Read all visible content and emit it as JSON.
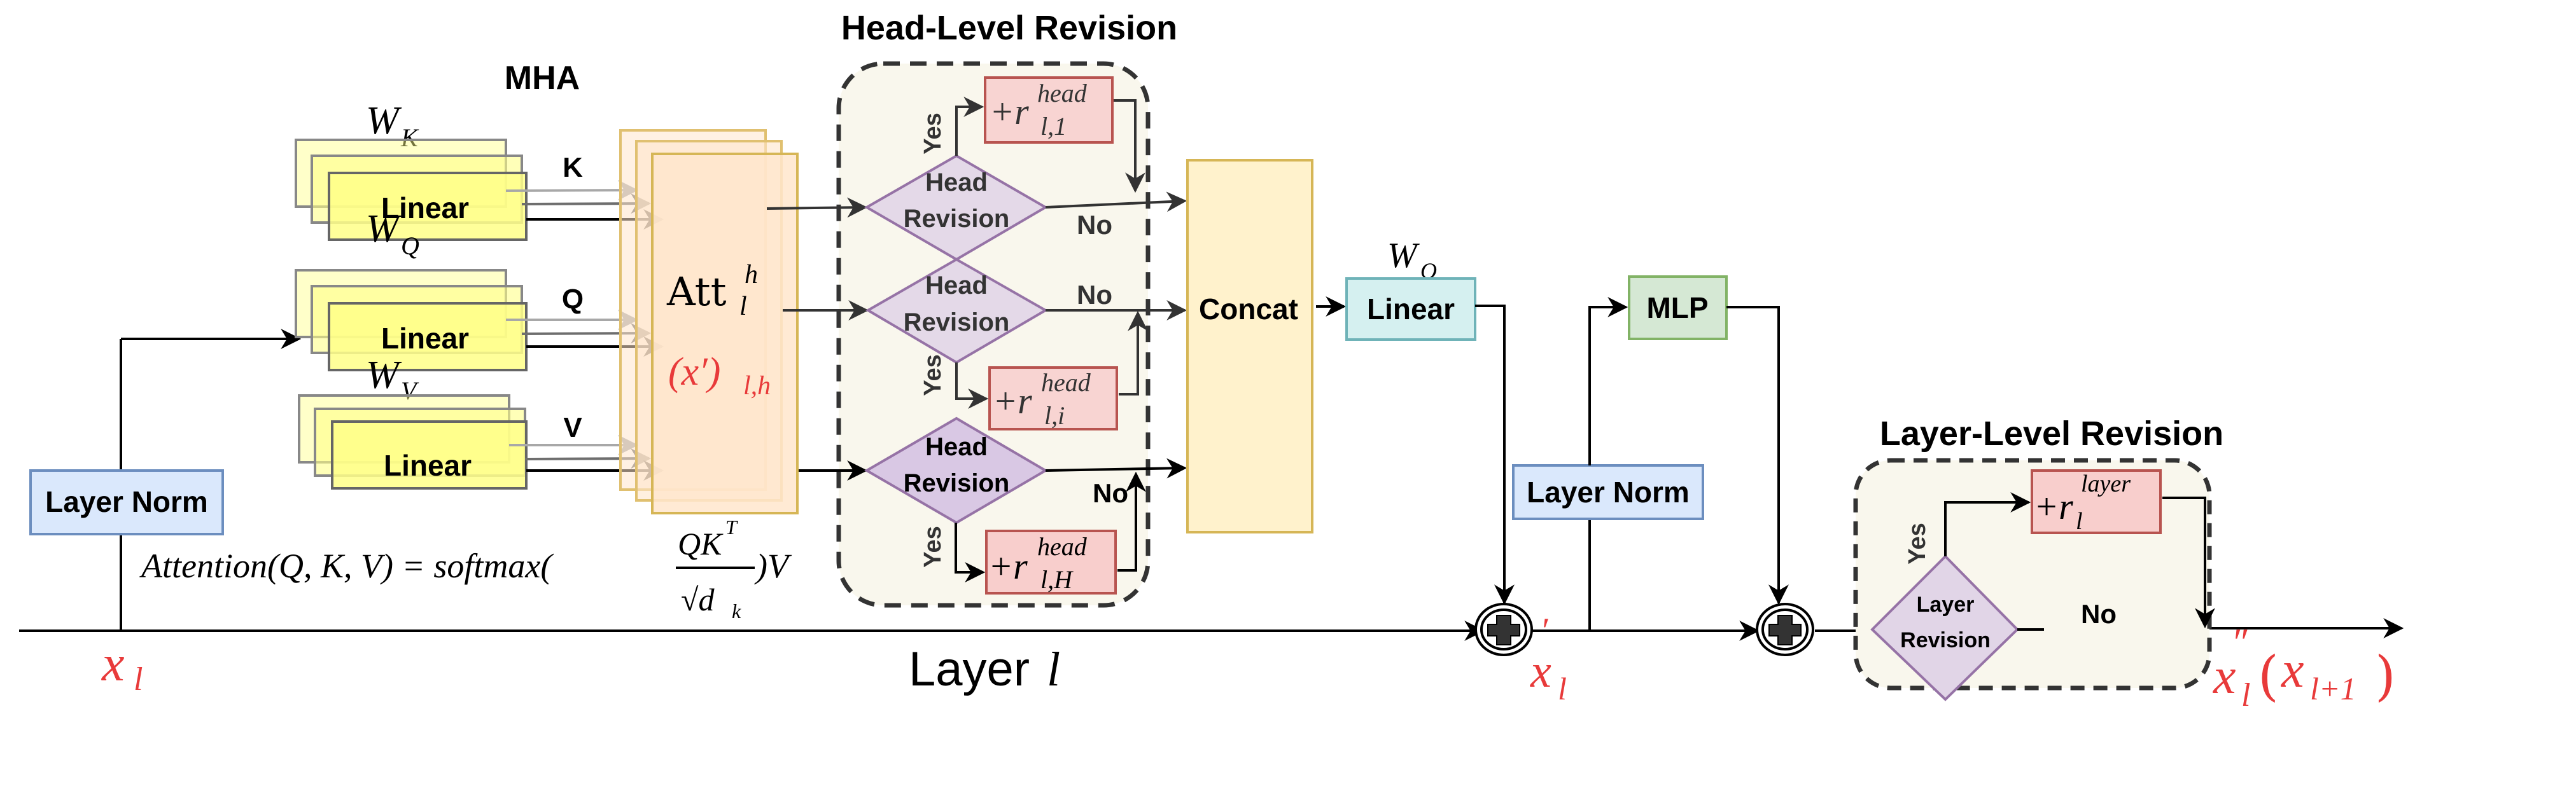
{
  "titles": {
    "mha": "MHA",
    "head_level": "Head-Level Revision",
    "layer_level": "Layer-Level Revision",
    "layer_caption_text": "Layer ",
    "layer_caption_var": "l"
  },
  "projections": [
    {
      "weight_base": "W",
      "weight_sub": "K",
      "box_label": "Linear",
      "output_label": "K"
    },
    {
      "weight_base": "W",
      "weight_sub": "Q",
      "box_label": "Linear",
      "output_label": "Q"
    },
    {
      "weight_base": "W",
      "weight_sub": "V",
      "box_label": "Linear",
      "output_label": "V"
    }
  ],
  "attention_block": {
    "label_base": "Att",
    "label_sup": "h",
    "label_sub": "l",
    "output_expr": "(x′)",
    "output_sub": "l,h"
  },
  "formula": {
    "lhs": "Attention(Q, K, V) = softmax(",
    "numerator": "QK",
    "numerator_sup": "T",
    "denominator": "√d",
    "denominator_sub": "k",
    "rhs": ")V"
  },
  "head_revision": {
    "decision_line1": "Head",
    "decision_line2": "Revision",
    "yes_label": "Yes",
    "no_label": "No",
    "residuals": [
      {
        "prefix": "+r",
        "sup": "head",
        "sub": "l,1"
      },
      {
        "prefix": "+r",
        "sup": "head",
        "sub": "l,i"
      },
      {
        "prefix": "+r",
        "sup": "head",
        "sub": "l,H"
      }
    ]
  },
  "concat": {
    "label": "Concat"
  },
  "output_projection": {
    "weight_base": "W",
    "weight_sub": "O",
    "box_label": "Linear"
  },
  "layer_norm_1": {
    "label": "Layer Norm"
  },
  "layer_norm_2": {
    "label": "Layer Norm"
  },
  "mlp": {
    "label": "MLP"
  },
  "residual_add_icon": "circled-plus",
  "layer_revision": {
    "decision_line1": "Layer",
    "decision_line2": "Revision",
    "yes_label": "Yes",
    "no_label": "No",
    "residual": {
      "prefix": "+r",
      "sup": "layer",
      "sub": "l"
    }
  },
  "variables": {
    "input": {
      "base": "x",
      "sub": "l"
    },
    "mid": {
      "base": "x",
      "sup": "′",
      "sub": "l"
    },
    "output": {
      "base": "x",
      "sup": "″",
      "sub": "l",
      "paren_base": "x",
      "paren_sub": "l+1"
    }
  },
  "colors": {
    "linear_fill": "#ffff88",
    "linear_stroke": "#666666",
    "att_fill": "#ffe6cc",
    "att_stroke": "#d6b656",
    "revision_area_fill": "#f9f7ed",
    "decision_fill": "#e1d5e7",
    "decision_stroke": "#9673a6",
    "residual_fill": "#f8cecc",
    "residual_stroke": "#b85450",
    "concat_fill": "#fff2cc",
    "concat_stroke": "#d6b656",
    "out_linear_fill": "#d5f0f0",
    "out_linear_stroke": "#6fb3b8",
    "layernorm_fill": "#dae8fc",
    "layernorm_stroke": "#6c8ebf",
    "mlp_fill": "#d5e8d4",
    "mlp_stroke": "#82b366",
    "accent_red": "#e83a3a"
  }
}
